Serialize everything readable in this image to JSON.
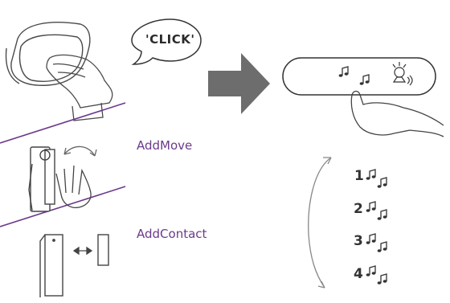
{
  "bubble": {
    "text": "'CLICK'"
  },
  "labels": {
    "addmove": "AddMove",
    "addcontact": "AddContact"
  },
  "sequence": [
    {
      "number": "1"
    },
    {
      "number": "2"
    },
    {
      "number": "3"
    },
    {
      "number": "4"
    }
  ],
  "colors": {
    "accent": "#6b3a8c",
    "arrow": "#6d6d6d",
    "line": "#4a4a4a"
  },
  "icons": [
    "music-note-icon",
    "bell-sound-icon",
    "cycle-arrow-icon",
    "swap-arrow-icon",
    "hand-icon"
  ]
}
